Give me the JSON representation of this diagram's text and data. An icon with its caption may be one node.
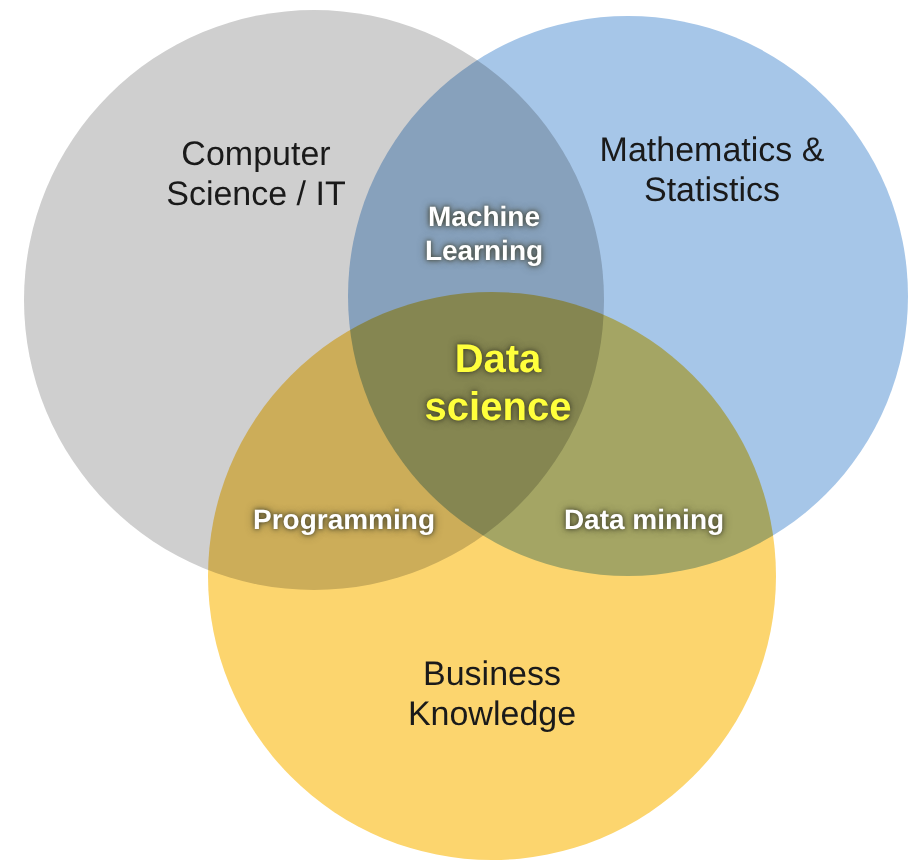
{
  "diagram": {
    "nodes": [
      {
        "text": [
          "Computer Science / IT"
        ]
      },
      {
        "text": [
          "Mathematics & Statistics"
        ]
      },
      {
        "text": [
          "Business Knowledge"
        ]
      }
    ],
    "labels": [
      "Machine Learning",
      "Data science",
      "Programming",
      "Data mining"
    ]
  }
}
